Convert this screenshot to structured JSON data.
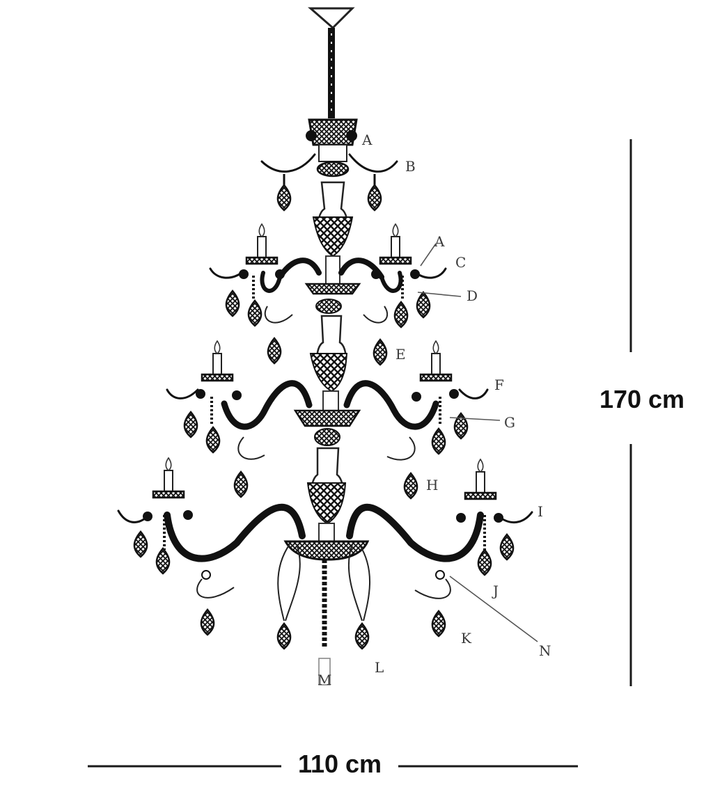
{
  "diagram": {
    "part_labels": [
      "A",
      "B",
      "A",
      "C",
      "D",
      "E",
      "F",
      "G",
      "H",
      "I",
      "J",
      "K",
      "L",
      "M",
      "N"
    ],
    "dimensions": {
      "height": "170 cm",
      "width": "110 cm"
    },
    "colors": {
      "ink": "#111111",
      "background": "#ffffff"
    }
  }
}
